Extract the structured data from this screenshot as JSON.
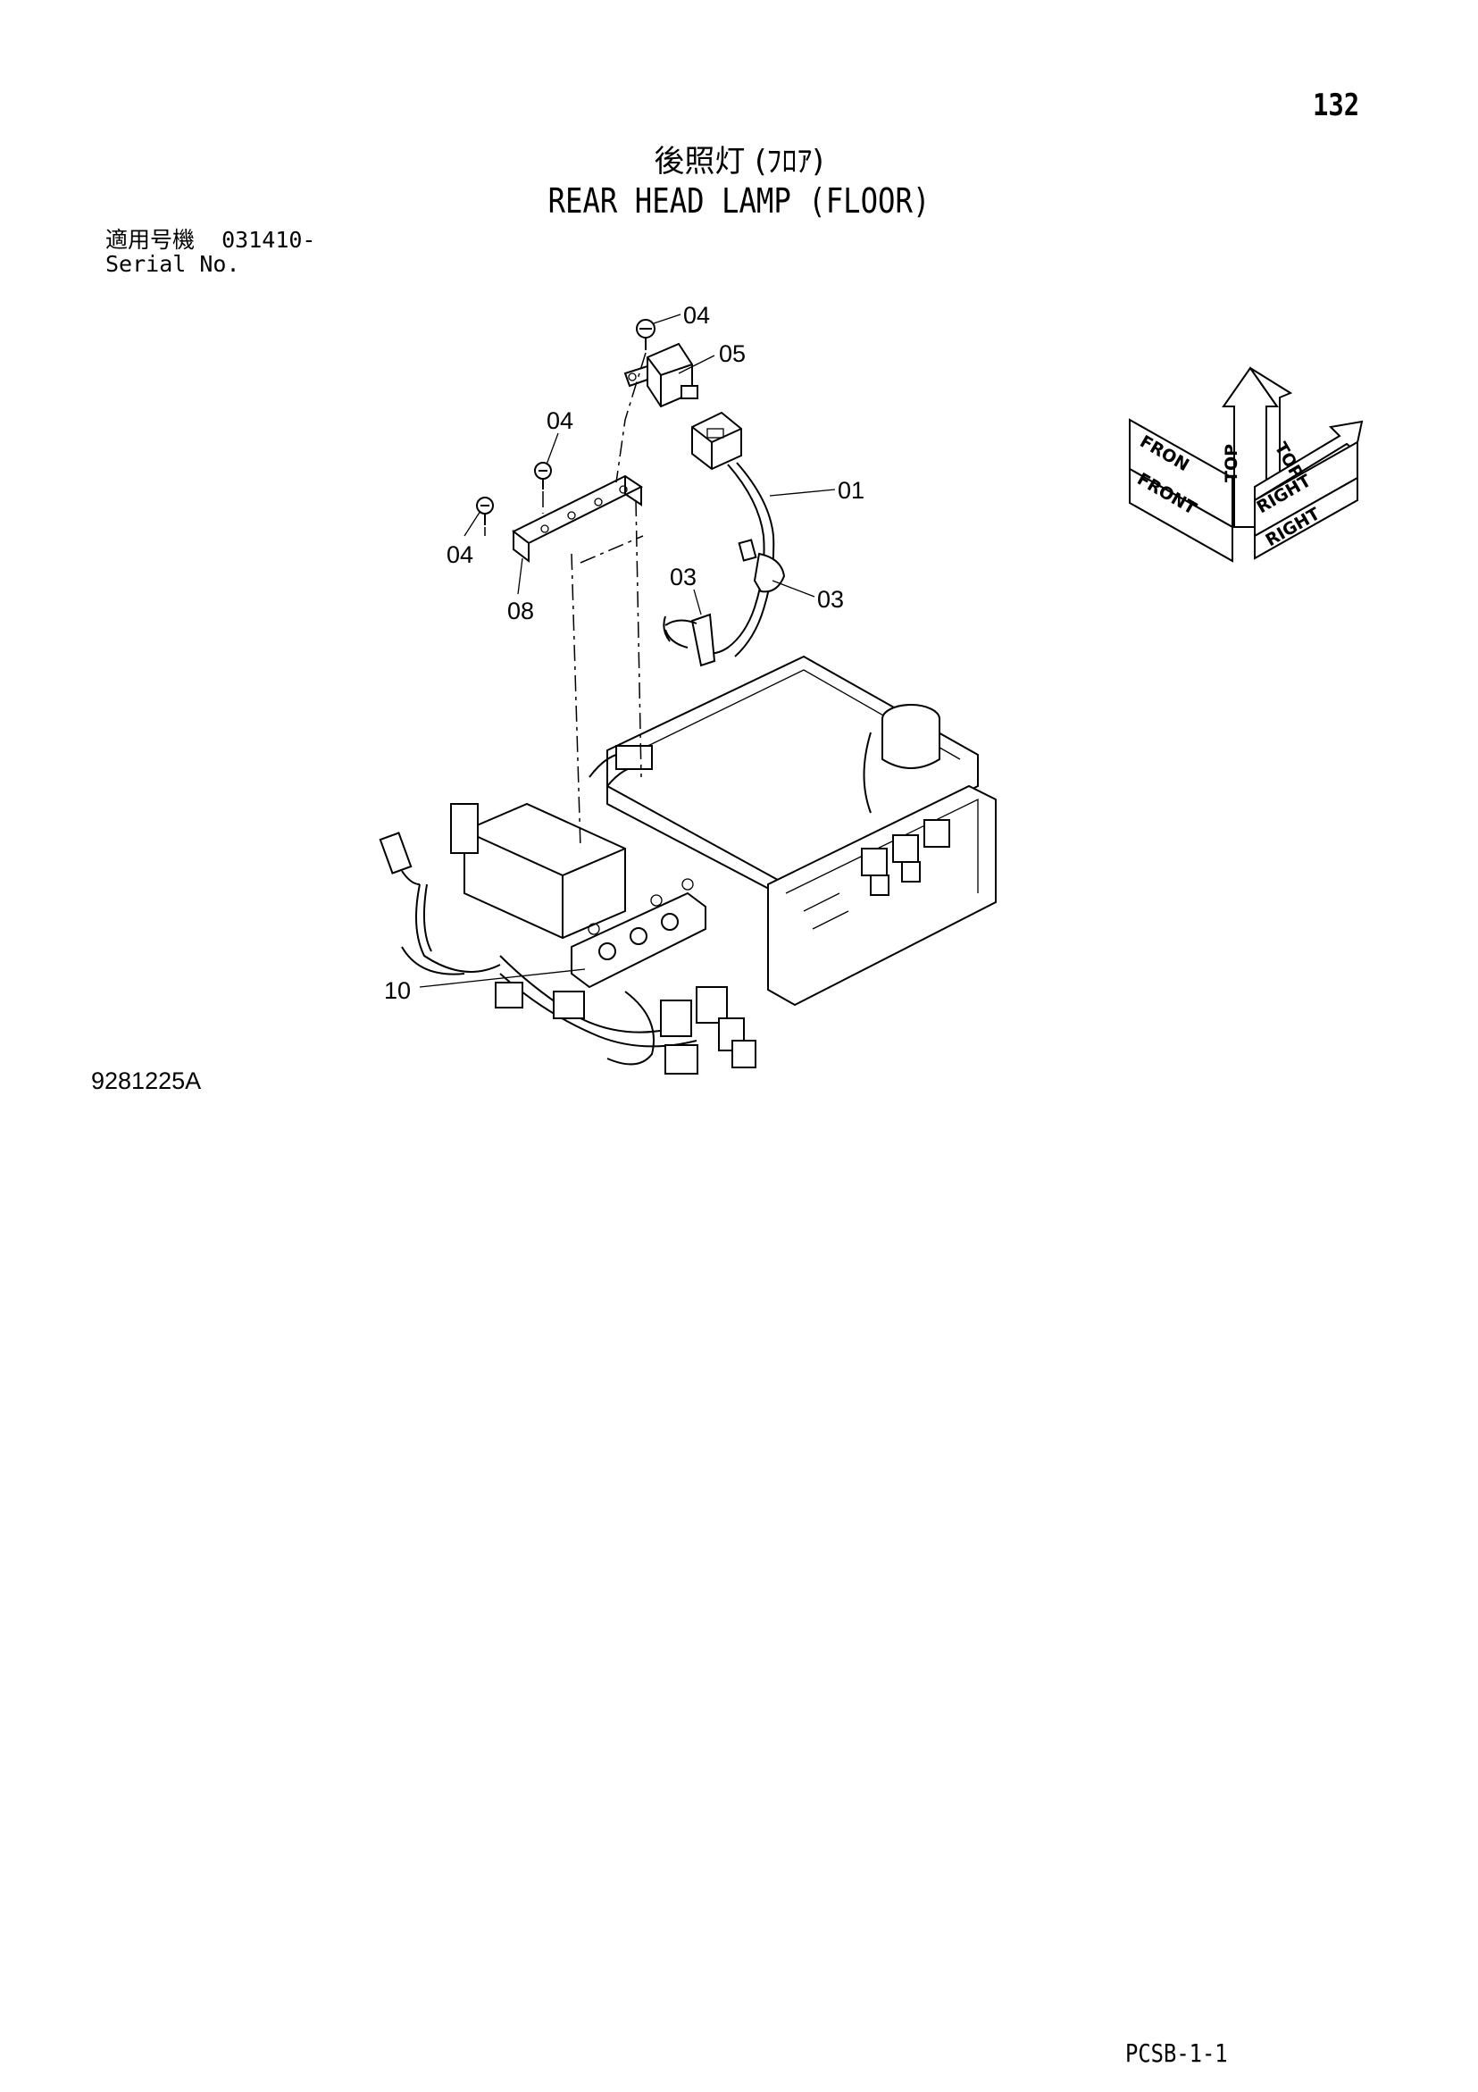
{
  "page_number": "132",
  "title_jp": "後照灯 (ﾌﾛｱ)",
  "title_en": "REAR HEAD LAMP (FLOOR)",
  "serial": {
    "label_jp": "適用号機",
    "value": "031410-",
    "label_en": "Serial No."
  },
  "callouts": {
    "c04_top": "04",
    "c05": "05",
    "c04_left": "04",
    "c01": "01",
    "c04_lower": "04",
    "c03_a": "03",
    "c03_b": "03",
    "c08": "08",
    "c10": "10"
  },
  "orientation": {
    "top": "TOP",
    "front": "FRONT",
    "right": "RIGHT",
    "fron_face": "FRON",
    "top_face": "TOP",
    "right_face": "RIGHT"
  },
  "diagram_id": "9281225A",
  "footer_code": "PCSB-1-1"
}
